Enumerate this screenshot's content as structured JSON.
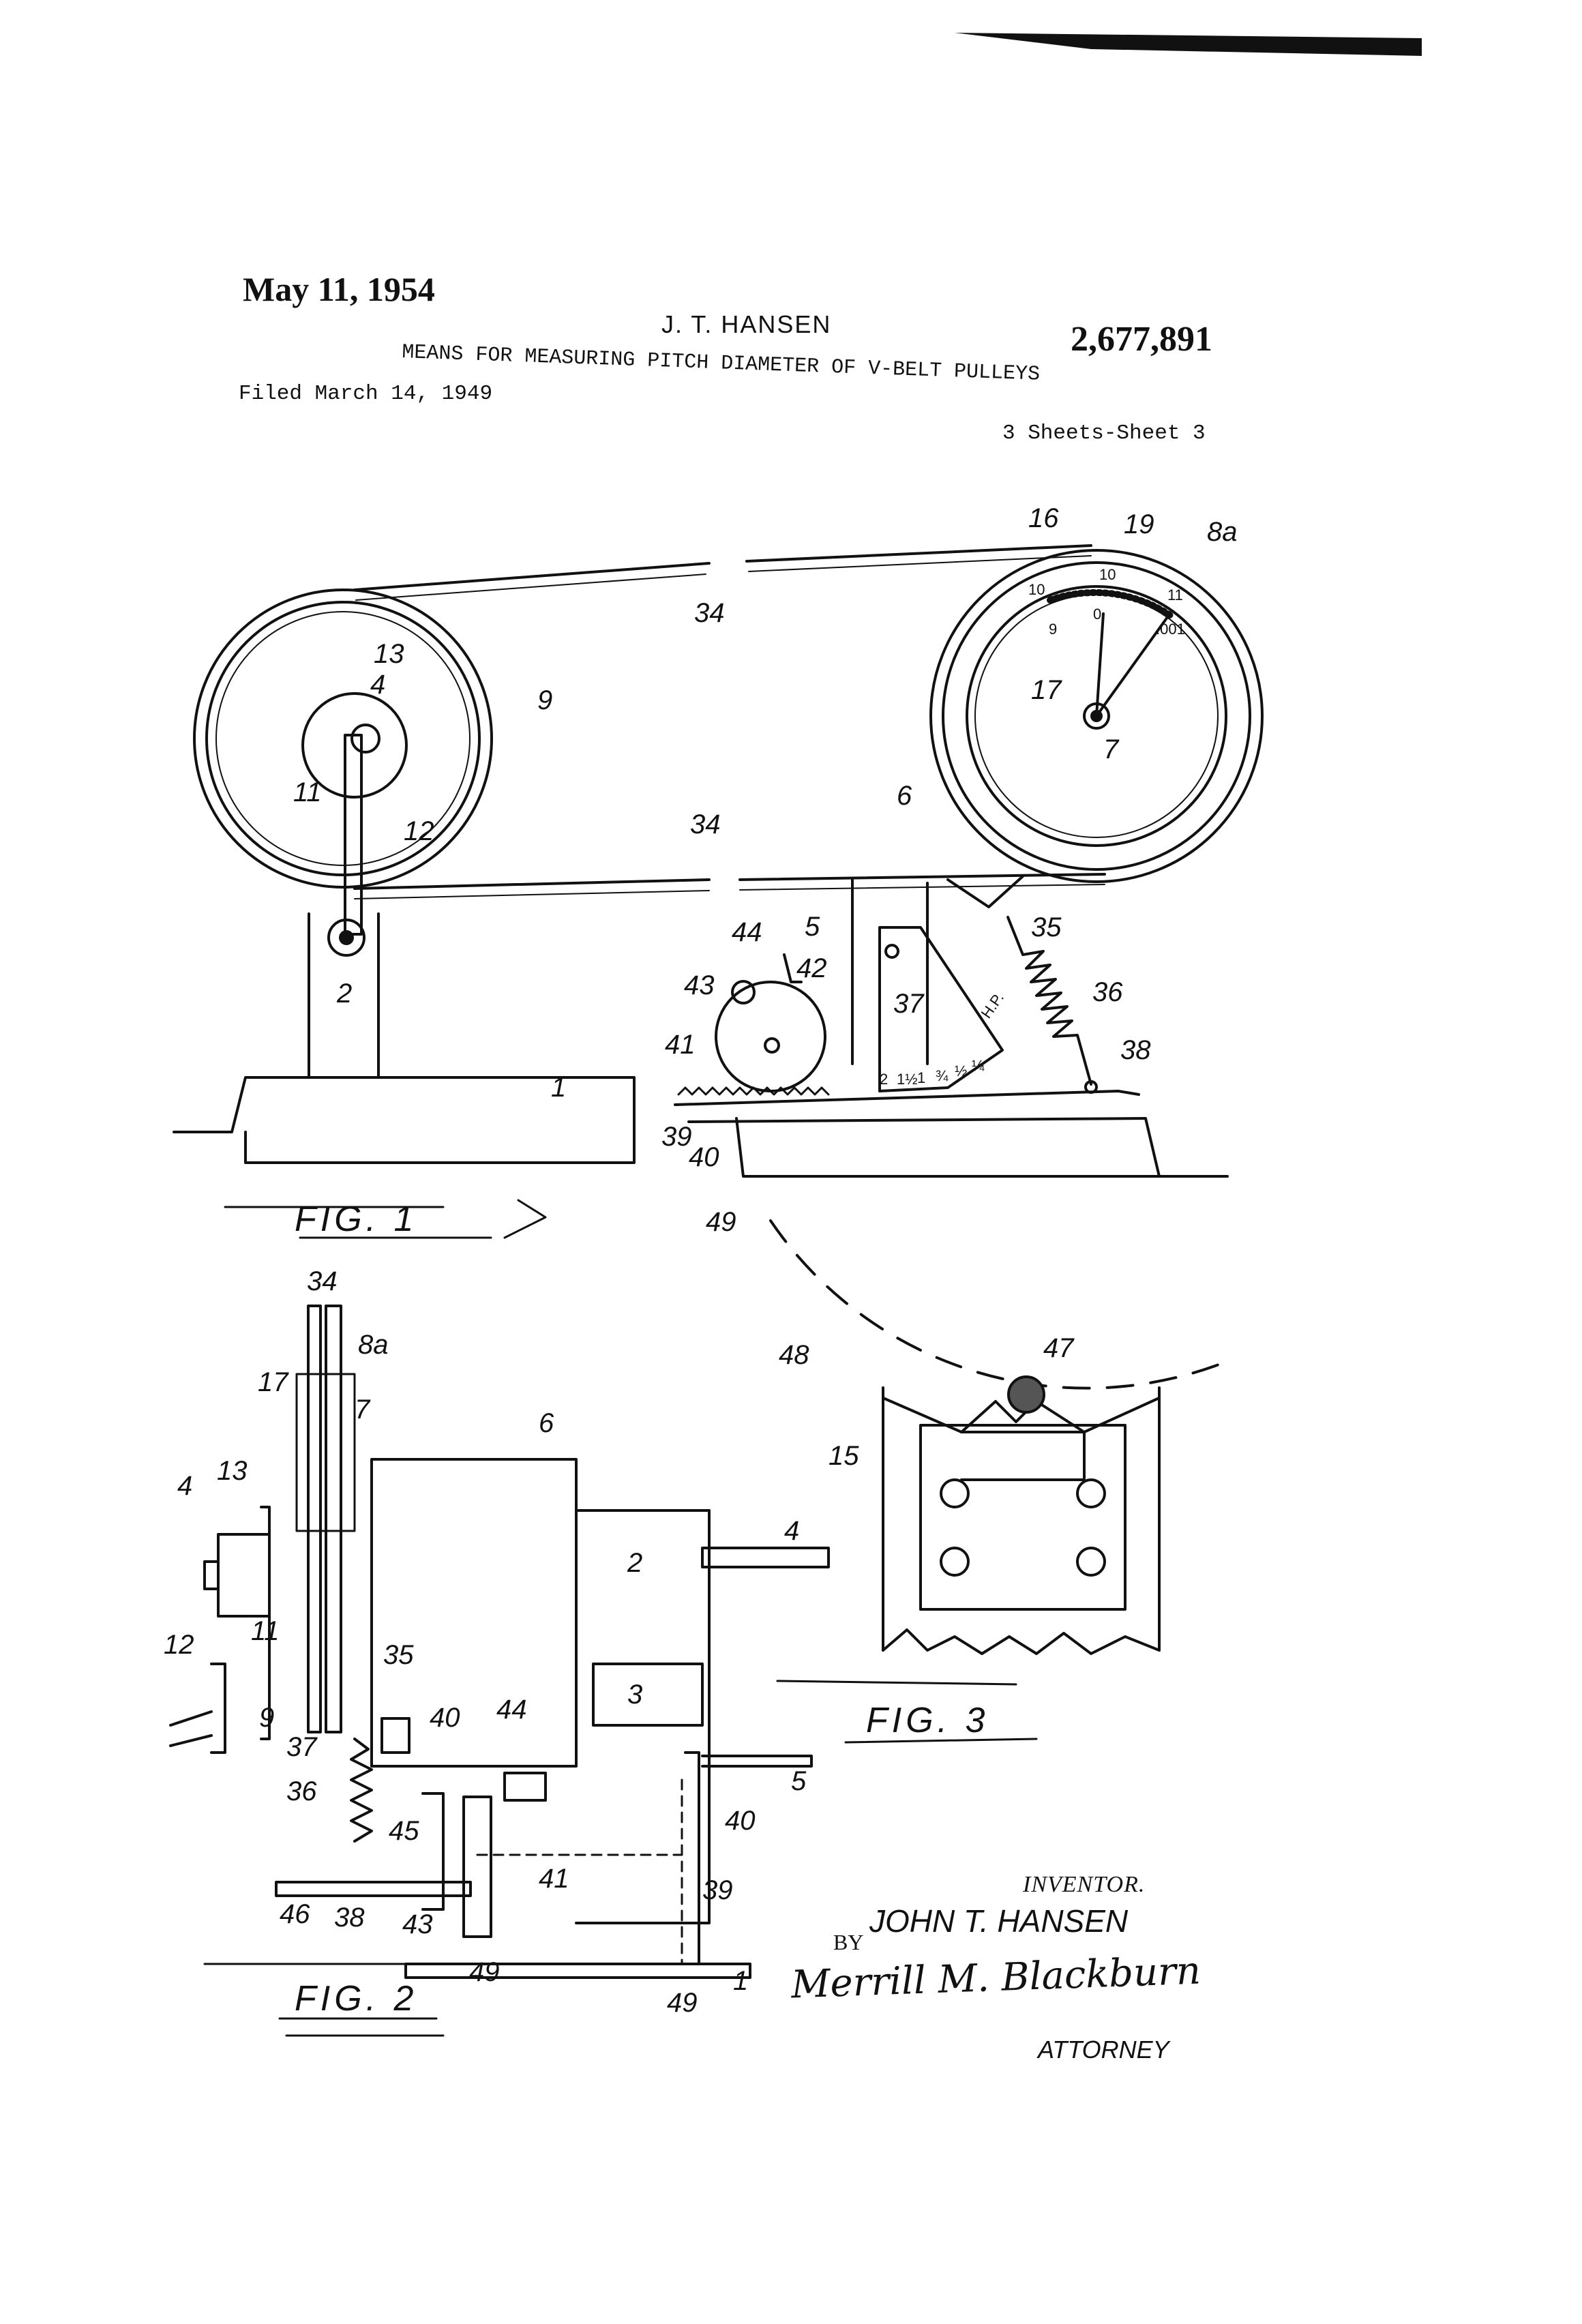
{
  "header": {
    "date": "May 11, 1954",
    "inventor": "J. T. HANSEN",
    "patent_number": "2,677,891",
    "title": "MEANS FOR MEASURING PITCH DIAMETER OF V-BELT PULLEYS",
    "filed": "Filed March 14, 1949",
    "sheets": "3 Sheets-Sheet 3"
  },
  "figures": {
    "fig1_label": "FIG. 1",
    "fig2_label": "FIG. 2",
    "fig3_label": "FIG. 3"
  },
  "dial": {
    "ticks": [
      "10",
      "9",
      "0",
      "10",
      "11",
      ".001"
    ]
  },
  "scale": {
    "hp_label": "H.P.",
    "marks": [
      "2",
      "1½",
      "1",
      "¾",
      "½",
      "¼"
    ]
  },
  "reference_numerals": {
    "fig1": [
      "1",
      "2",
      "4",
      "5",
      "6",
      "7",
      "8a",
      "9",
      "11",
      "12",
      "13",
      "16",
      "17",
      "19",
      "34",
      "34",
      "35",
      "36",
      "37",
      "38",
      "39",
      "40",
      "41",
      "42",
      "43",
      "44",
      "49"
    ],
    "fig2": [
      "1",
      "2",
      "3",
      "4",
      "4",
      "5",
      "6",
      "7",
      "8a",
      "9",
      "11",
      "12",
      "13",
      "17",
      "34",
      "35",
      "36",
      "37",
      "38",
      "39",
      "40",
      "40",
      "41",
      "43",
      "44",
      "45",
      "46",
      "49",
      "49"
    ],
    "fig3": [
      "15",
      "47",
      "48"
    ]
  },
  "signature": {
    "inventor_label": "INVENTOR.",
    "inventor_name": "JOHN T. HANSEN",
    "by": "BY",
    "attorney_signature": "Merrill M. Blackburn",
    "attorney_label": "ATTORNEY"
  }
}
